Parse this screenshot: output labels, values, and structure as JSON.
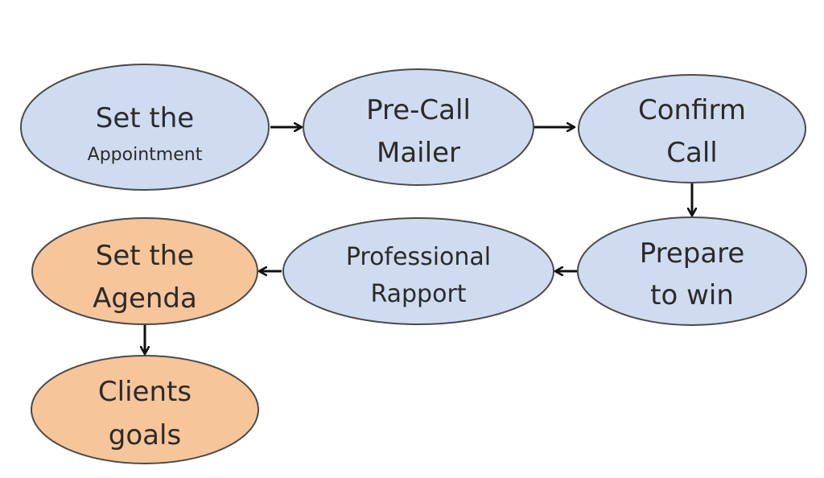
{
  "colors": {
    "blue_fill": "#cfdcf0",
    "orange_fill": "#f6c59a",
    "outline": "#4a4a4a",
    "arrow": "#111111"
  },
  "nodes": {
    "set_appointment": {
      "line1": "Set the",
      "line2": "Appointment",
      "fill": "blue"
    },
    "pre_call_mailer": {
      "line1": "Pre-Call",
      "line2": "Mailer",
      "fill": "blue"
    },
    "confirm_call": {
      "line1": "Confirm",
      "line2": "Call",
      "fill": "blue"
    },
    "prepare_to_win": {
      "line1": "Prepare",
      "line2": "to win",
      "fill": "blue"
    },
    "professional_rapport": {
      "line1": "Professional",
      "line2": "Rapport",
      "fill": "blue"
    },
    "set_agenda": {
      "line1": "Set the",
      "line2": "Agenda",
      "fill": "orange"
    },
    "clients_goals": {
      "line1": "Clients",
      "line2": "goals",
      "fill": "orange"
    }
  },
  "edges": [
    {
      "from": "set_appointment",
      "to": "pre_call_mailer"
    },
    {
      "from": "pre_call_mailer",
      "to": "confirm_call"
    },
    {
      "from": "confirm_call",
      "to": "prepare_to_win"
    },
    {
      "from": "prepare_to_win",
      "to": "professional_rapport"
    },
    {
      "from": "professional_rapport",
      "to": "set_agenda"
    },
    {
      "from": "set_agenda",
      "to": "clients_goals"
    }
  ]
}
